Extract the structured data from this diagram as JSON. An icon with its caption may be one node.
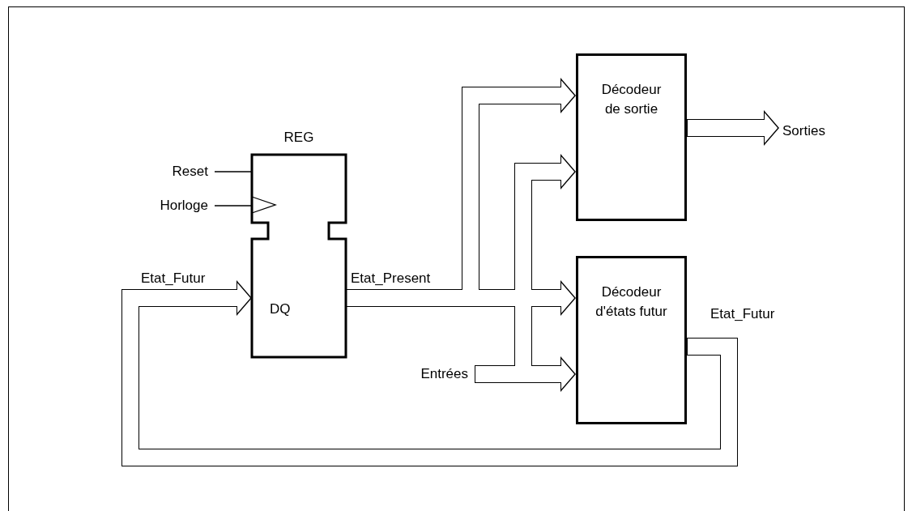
{
  "diagram": {
    "nodes": [
      {
        "text": [
          "REG",
          "DQ"
        ]
      },
      {
        "text": [
          "Décodeur de sortie"
        ]
      },
      {
        "text": [
          "Décodeur d'états futur"
        ]
      },
      {
        "text": [
          "Reset"
        ]
      },
      {
        "text": [
          "Horloge"
        ]
      },
      {
        "text": [
          "Entrées"
        ]
      },
      {
        "text": [
          "Sorties"
        ]
      }
    ],
    "edges": [
      {
        "from": 3,
        "to": 0,
        "arrow": "none"
      },
      {
        "from": 4,
        "to": 0,
        "arrow": "none"
      },
      {
        "from": 0,
        "to": 1,
        "arrow": "to",
        "label": "Etat_Present"
      },
      {
        "from": 0,
        "to": 2,
        "arrow": "to"
      },
      {
        "from": 5,
        "to": 1,
        "arrow": "to"
      },
      {
        "from": 5,
        "to": 2,
        "arrow": "to"
      },
      {
        "from": 1,
        "to": 6,
        "arrow": "to"
      },
      {
        "from": 2,
        "to": 0,
        "arrow": "to",
        "label": "Etat_Futur"
      }
    ],
    "labels": [
      "Etat_Futur"
    ]
  }
}
